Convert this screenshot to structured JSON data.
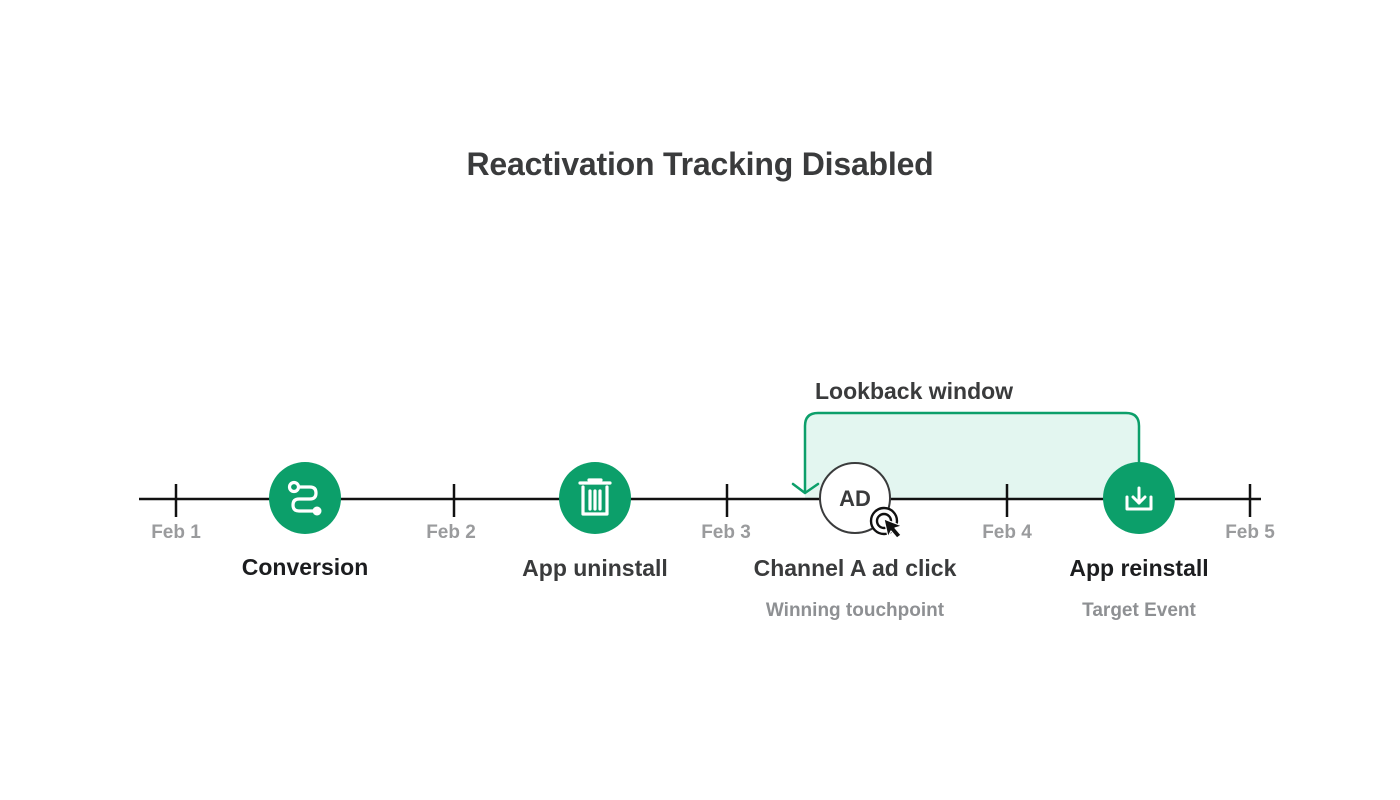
{
  "title": "Reactivation Tracking Disabled",
  "lookback_window": {
    "label": "Lookback window"
  },
  "colors": {
    "accent": "#0c9f6a",
    "window_fill": "#e3f6f0",
    "axis": "#111111",
    "date_text": "#9a9b9d",
    "sub_text": "#8e9093"
  },
  "dates": [
    "Feb 1",
    "Feb 2",
    "Feb 3",
    "Feb 4",
    "Feb 5"
  ],
  "events": [
    {
      "label": "Conversion",
      "icon": "route-icon",
      "sublabel": ""
    },
    {
      "label": "App uninstall",
      "icon": "trash-icon",
      "sublabel": ""
    },
    {
      "label": "Channel A ad click",
      "icon": "ad-badge",
      "badge_text": "AD",
      "sublabel": "Winning touchpoint"
    },
    {
      "label": "App reinstall",
      "icon": "download-icon",
      "sublabel": "Target Event"
    }
  ]
}
